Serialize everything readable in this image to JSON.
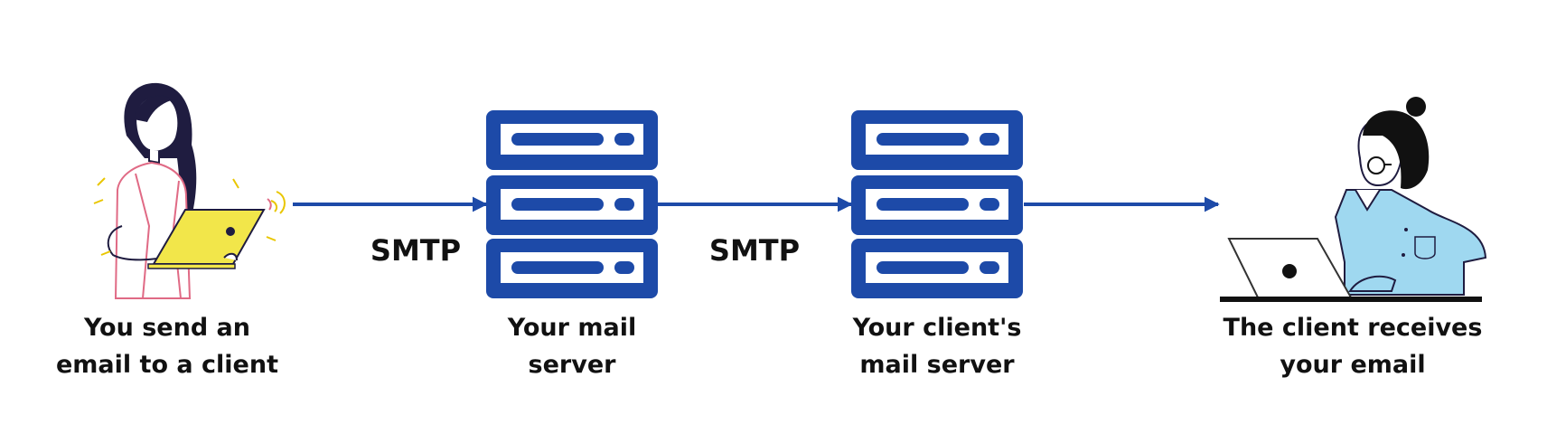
{
  "colors": {
    "accent": "#1d4aa8",
    "laptop_yellow": "#f2e64a",
    "shirt_blue": "#9fd8f0",
    "hair": "#1f1c40",
    "ink": "#111111"
  },
  "protocols": [
    "SMTP",
    "SMTP"
  ],
  "nodes": [
    {
      "icon": "woman-with-laptop-icon",
      "label_lines": [
        "You send an",
        "email to a client"
      ]
    },
    {
      "icon": "mail-server-icon",
      "label_lines": [
        "Your mail",
        "server"
      ]
    },
    {
      "icon": "mail-server-icon",
      "label_lines": [
        "Your client's",
        "mail server"
      ]
    },
    {
      "icon": "person-at-laptop-icon",
      "label_lines": [
        "The client receives",
        "your email"
      ]
    }
  ]
}
